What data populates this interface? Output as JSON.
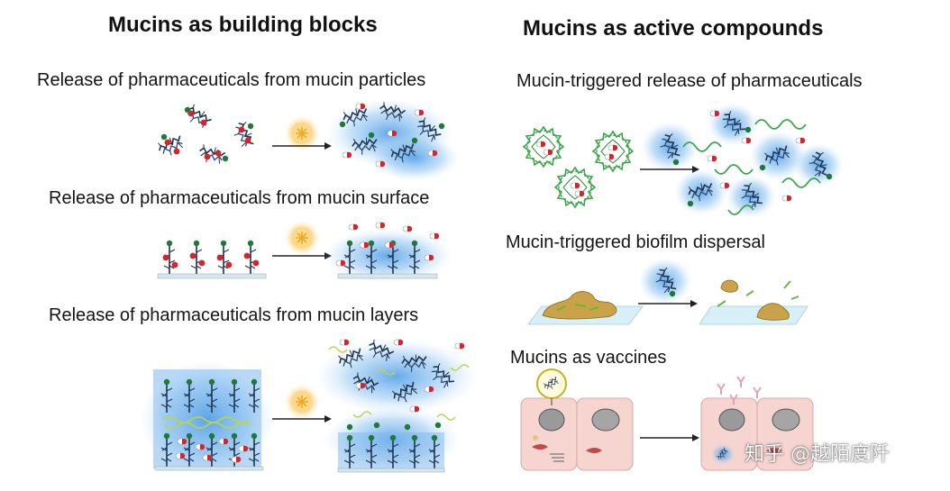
{
  "left": {
    "heading": "Mucins as building blocks",
    "panels": [
      {
        "label": "Release of pharmaceuticals from mucin particles"
      },
      {
        "label": "Release of pharmaceuticals from mucin surface"
      },
      {
        "label": "Release of pharmaceuticals from mucin layers"
      }
    ]
  },
  "right": {
    "heading": "Mucins as active compounds",
    "panels": [
      {
        "label": "Mucin-triggered release of pharmaceuticals"
      },
      {
        "label": "Mucin-triggered biofilm dispersal"
      },
      {
        "label": "Mucins as vaccines"
      }
    ]
  },
  "watermark": "知乎 @越陌度阡",
  "colors": {
    "mucin_glow": "#5aa8e8",
    "mucin_backbone": "#1f3550",
    "drug_red": "#d9232a",
    "drug_white": "#ffffff",
    "end_group_green": "#1f7a3a",
    "trigger_sun": "#f7a51e",
    "helix_green": "#3aa64a",
    "cell_pink": "#f6d4d0",
    "biofilm_tan": "#c9a24a"
  },
  "icons": [
    "light-trigger-icon",
    "arrow-right-icon",
    "drug-capsule-icon",
    "mucin-molecule-icon",
    "helix-polymer-icon",
    "biofilm-icon",
    "cell-icon",
    "antibody-icon"
  ]
}
